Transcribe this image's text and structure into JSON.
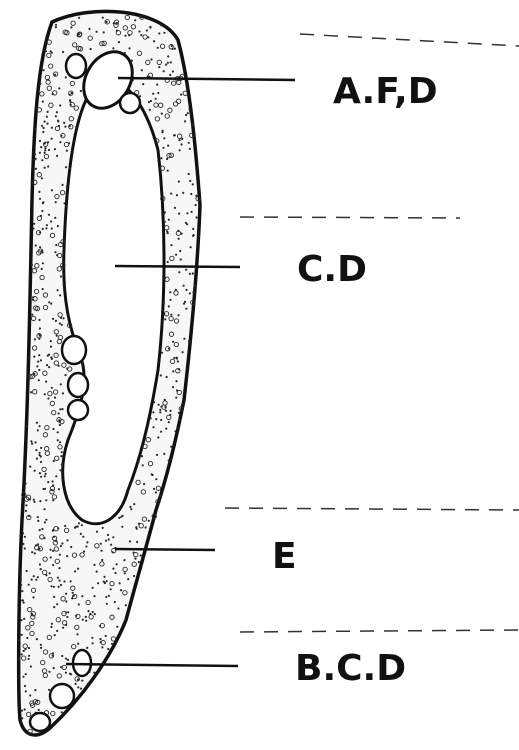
{
  "labels": {
    "top": "A.F,D",
    "upper_middle": "C.D",
    "lower_middle": "E",
    "bottom": "B.C.D"
  },
  "colors": {
    "ink": "#111111",
    "stipple": "#2a2a2a",
    "background": "#ffffff"
  }
}
